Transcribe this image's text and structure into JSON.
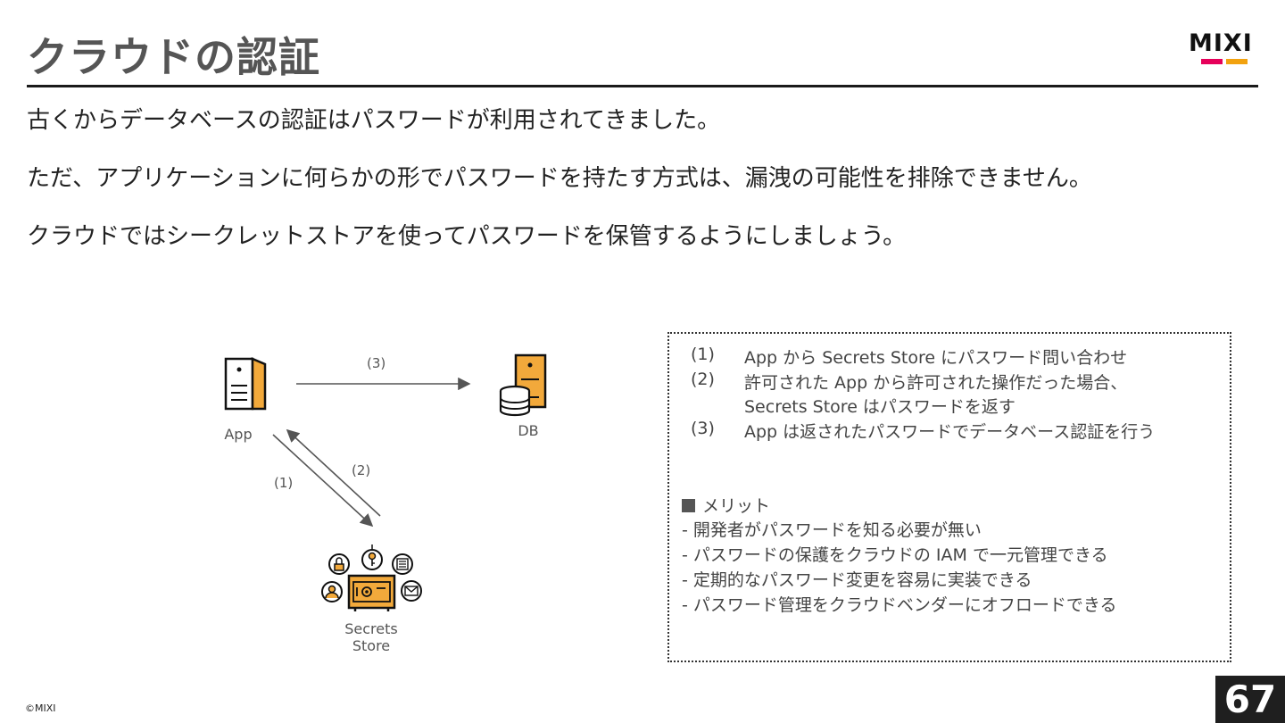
{
  "slide": {
    "title": "クラウドの認証",
    "logo_text": "MIXI",
    "colors": {
      "accent_pink": "#e6005a",
      "accent_orange": "#f2a20f",
      "icon_orange": "#f2a93b"
    }
  },
  "body": {
    "line1": "古くからデータベースの認証はパスワードが利用されてきました。",
    "line2": "ただ、アプリケーションに何らかの形でパスワードを持たす方式は、漏洩の可能性を排除できません。",
    "line3": "クラウドではシークレットストアを使ってパスワードを保管するようにしましょう。"
  },
  "diagram": {
    "app_label": "App",
    "db_label": "DB",
    "secrets_label_1": "Secrets",
    "secrets_label_2": "Store",
    "arrow_1": "(1)",
    "arrow_2": "(2)",
    "arrow_3": "(3)",
    "icons": [
      "server-icon",
      "database-server-icon",
      "safe-icon",
      "lock-icon",
      "key-icon",
      "document-icon",
      "user-icon",
      "mail-icon"
    ]
  },
  "info": {
    "steps": [
      {
        "num": "(1)",
        "text": "App から Secrets Store にパスワード問い合わせ"
      },
      {
        "num": "(2)",
        "text": "許可された App から許可された操作だった場合、",
        "text2": "Secrets Store はパスワードを返す"
      },
      {
        "num": "(3)",
        "text": "App は返されたパスワードでデータベース認証を行う"
      }
    ],
    "merit_heading": "メリット",
    "merits": [
      "- 開発者がパスワードを知る必要が無い",
      "- パスワードの保護をクラウドの IAM で一元管理できる",
      "- 定期的なパスワード変更を容易に実装できる",
      "- パスワード管理をクラウドベンダーにオフロードできる"
    ]
  },
  "footer": {
    "copyright": "©MIXI",
    "page_number": "67"
  }
}
